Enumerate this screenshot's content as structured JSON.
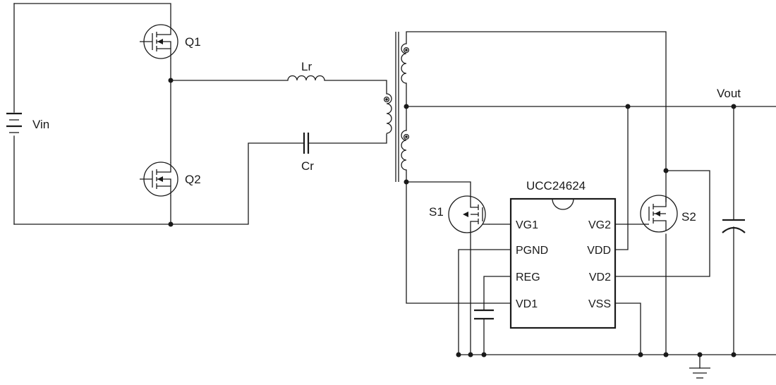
{
  "labels": {
    "vin": "Vin",
    "q1": "Q1",
    "q2": "Q2",
    "lr": "Lr",
    "cr": "Cr",
    "vout": "Vout",
    "s1": "S1",
    "s2": "S2",
    "ic": "UCC24624"
  },
  "pins_left": [
    "VG1",
    "PGND",
    "REG",
    "VD1"
  ],
  "pins_right": [
    "VG2",
    "VDD",
    "VD2",
    "VSS"
  ]
}
